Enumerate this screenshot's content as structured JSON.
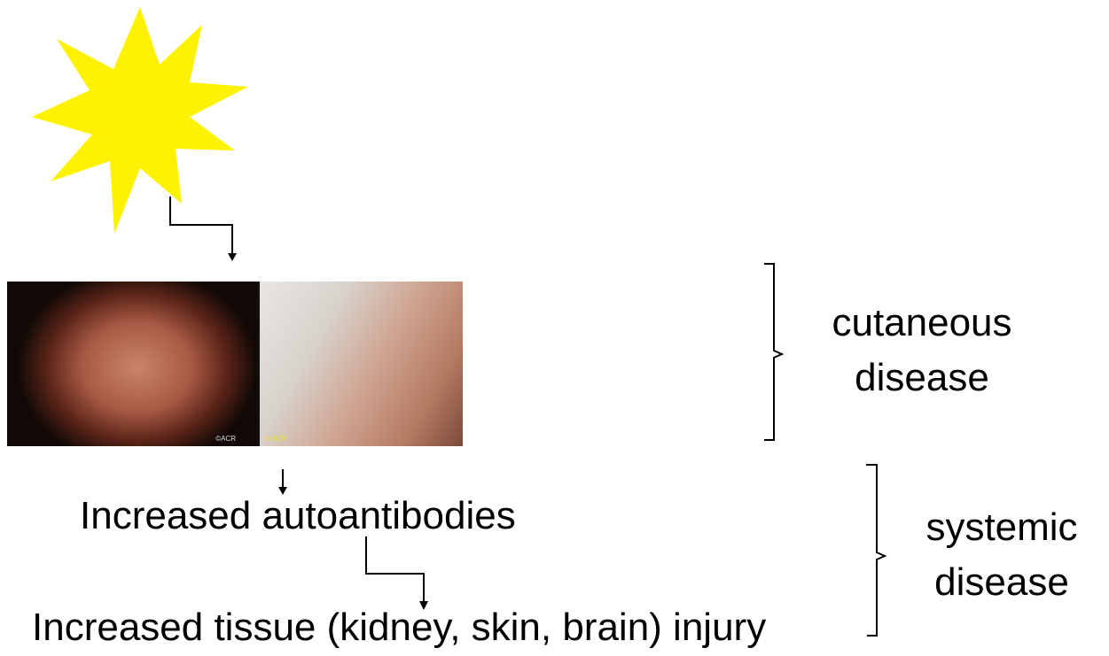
{
  "diagram": {
    "sun_color": "#FFF200",
    "photos": {
      "left_watermark": "©ACR",
      "right_watermark": "© ACR"
    },
    "labels": {
      "increased_autoantibodies": "Increased autoantibodies",
      "increased_tissue_injury": "Increased tissue (kidney, skin, brain) injury",
      "cutaneous_line1": "cutaneous",
      "cutaneous_line2": "disease",
      "systemic_line1": "systemic",
      "systemic_line2": "disease"
    },
    "icons": {
      "sun": "sun-star-icon",
      "arrow": "arrow-down-icon",
      "bracket": "right-brace-icon"
    }
  }
}
